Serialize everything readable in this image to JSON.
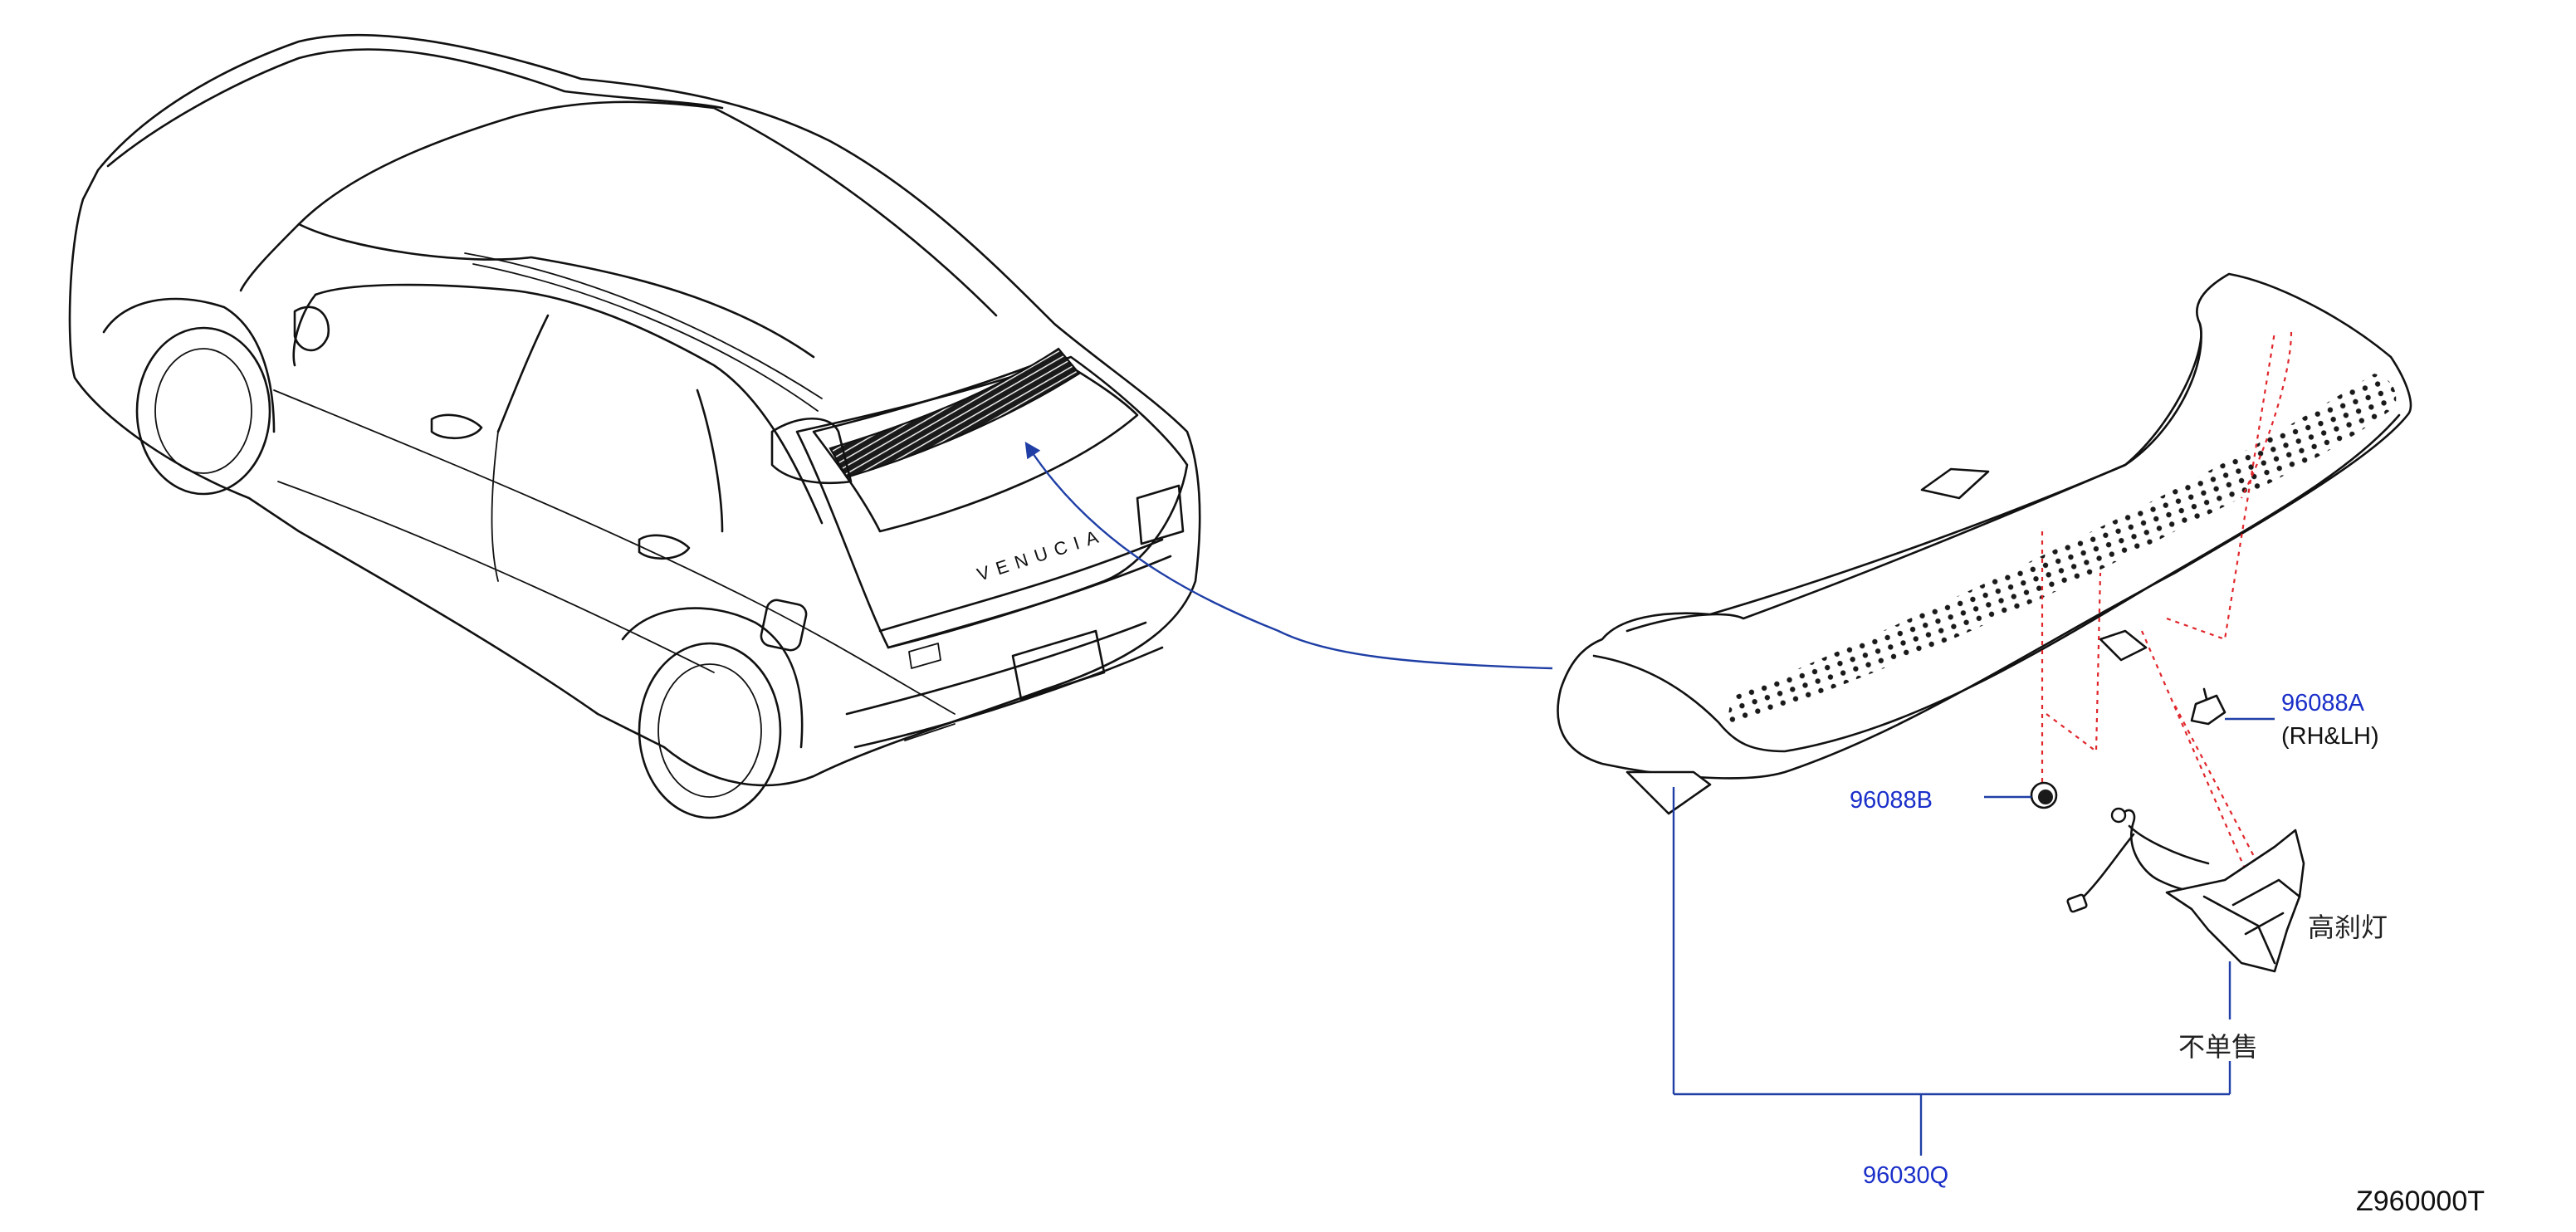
{
  "parts": {
    "part_96088A": "96088A",
    "part_96088A_note": "(RH&LH)",
    "part_96088B": "96088B",
    "part_96030Q": "96030Q",
    "high_brake_light": "高刹灯",
    "not_sold_separately": "不单售"
  },
  "vehicle": {
    "badge": "VENUCIA"
  },
  "drawing": {
    "code": "Z960000T"
  },
  "colors": {
    "leader_line": "#1f3fa6",
    "part_label": "#1a2fc9",
    "hidden_line": "#e0262b",
    "outline": "#111111"
  }
}
